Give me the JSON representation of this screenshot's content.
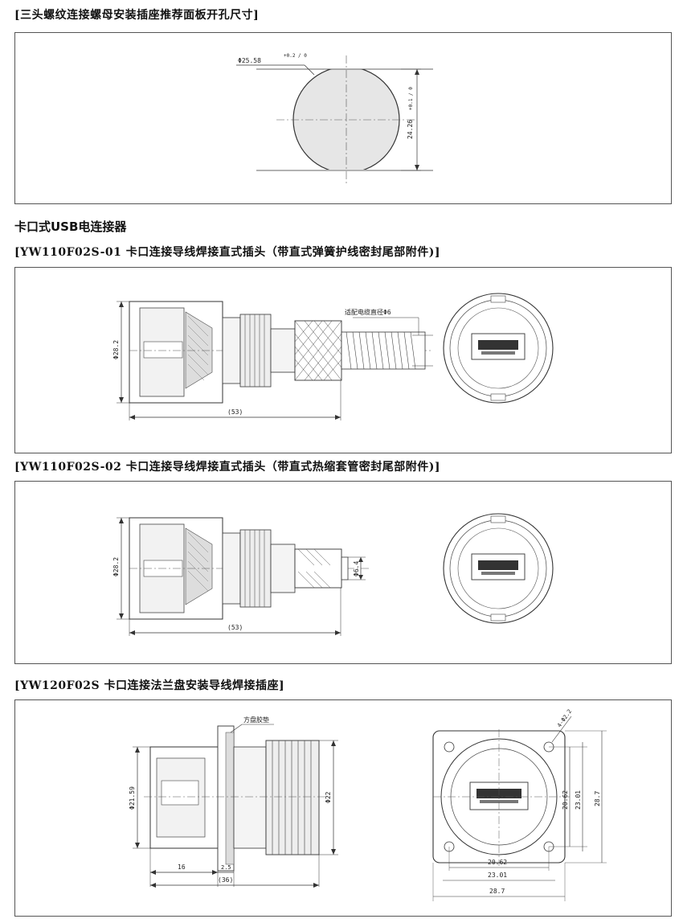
{
  "sections": {
    "s1": {
      "title": "[三头螺纹连接螺母安装插座推荐面板开孔尺寸]"
    },
    "heading": "卡口式USB电连接器",
    "s2": {
      "title": "[YW110F02S-01 卡口连接导线焊接直式插头（带直式弹簧护线密封尾部附件)]"
    },
    "s3": {
      "title": "[YW110F02S-02 卡口连接导线焊接直式插头（带直式热缩套管密封尾部附件)]"
    },
    "s4": {
      "title": "[YW120F02S 卡口连接法兰盘安装导线焊接插座]"
    }
  },
  "dims": {
    "p1_dia": "Φ25.58",
    "p1_dia_tol": "+0.2 / 0",
    "p1_flat": "24.26",
    "p1_flat_tol": "+0.1 / 0",
    "p2_dia": "Φ28.2",
    "p2_len": "(53)",
    "p2_cable": "适配电缆直径Φ6",
    "p3_dia": "Φ28.2",
    "p3_len": "(53)",
    "p3_small": "Φ6.4",
    "p4_gasket": "方盘胶垫",
    "p4_left_dia": "Φ21.59",
    "p4_right_dia": "Φ22",
    "p4_16": "16",
    "p4_25": "2.5",
    "p4_36": "(36)",
    "p4_v1": "20.62",
    "p4_v2": "23.01",
    "p4_v3": "28.7",
    "p4_h1": "20.62",
    "p4_h2": "23.01",
    "p4_h3": "28.7",
    "p4_hole": "4-Φ2.2"
  }
}
